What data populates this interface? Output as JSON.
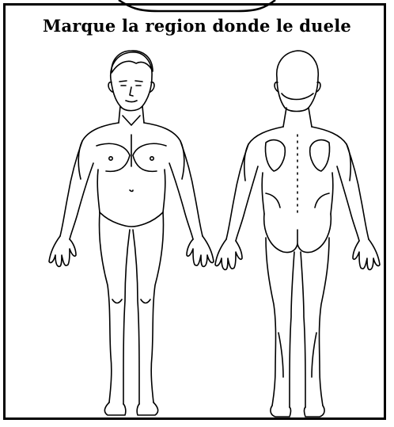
{
  "title": "Marque la region donde le duele",
  "figures": {
    "front": {
      "view": "front"
    },
    "back": {
      "view": "back"
    }
  },
  "colors": {
    "ink": "#000000",
    "paper": "#ffffff"
  }
}
